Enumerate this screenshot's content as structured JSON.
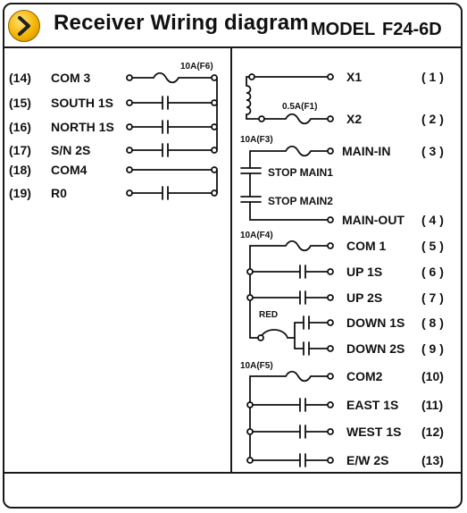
{
  "header": {
    "title": "Receiver Wiring diagram",
    "model_label": "MODEL",
    "model_value": "F24-6D",
    "logo_icon": "arrow-right-icon",
    "logo_color": "#f5b400"
  },
  "left_terminals": [
    {
      "num": "(14)",
      "name": "COM 3"
    },
    {
      "num": "(15)",
      "name": "SOUTH 1S"
    },
    {
      "num": "(16)",
      "name": "NORTH 1S"
    },
    {
      "num": "(17)",
      "name": "S/N 2S"
    },
    {
      "num": "(18)",
      "name": "COM4"
    },
    {
      "num": "(19)",
      "name": "R0"
    }
  ],
  "left_fuse": "10A(F6)",
  "right_terminals": [
    {
      "name": "X1",
      "num": "( 1 )"
    },
    {
      "name": "X2",
      "num": "( 2 )"
    },
    {
      "name": "MAIN-IN",
      "num": "( 3 )"
    },
    {
      "name": "MAIN-OUT",
      "num": "( 4 )"
    },
    {
      "name": "COM 1",
      "num": "( 5 )"
    },
    {
      "name": "UP  1S",
      "num": "( 6 )"
    },
    {
      "name": "UP  2S",
      "num": "( 7 )"
    },
    {
      "name": "DOWN 1S",
      "num": "( 8 )"
    },
    {
      "name": "DOWN 2S",
      "num": "( 9 )"
    },
    {
      "name": "COM2",
      "num": "(10)"
    },
    {
      "name": "EAST 1S",
      "num": "(11)"
    },
    {
      "name": "WEST 1S",
      "num": "(12)"
    },
    {
      "name": "E/W 2S",
      "num": "(13)"
    }
  ],
  "fuses": {
    "f1": "0.5A(F1)",
    "f3": "10A(F3)",
    "f4": "10A(F4)",
    "f5": "10A(F5)"
  },
  "stop_labels": [
    "STOP MAIN1",
    "STOP MAIN2"
  ],
  "interlock_label": "RED"
}
